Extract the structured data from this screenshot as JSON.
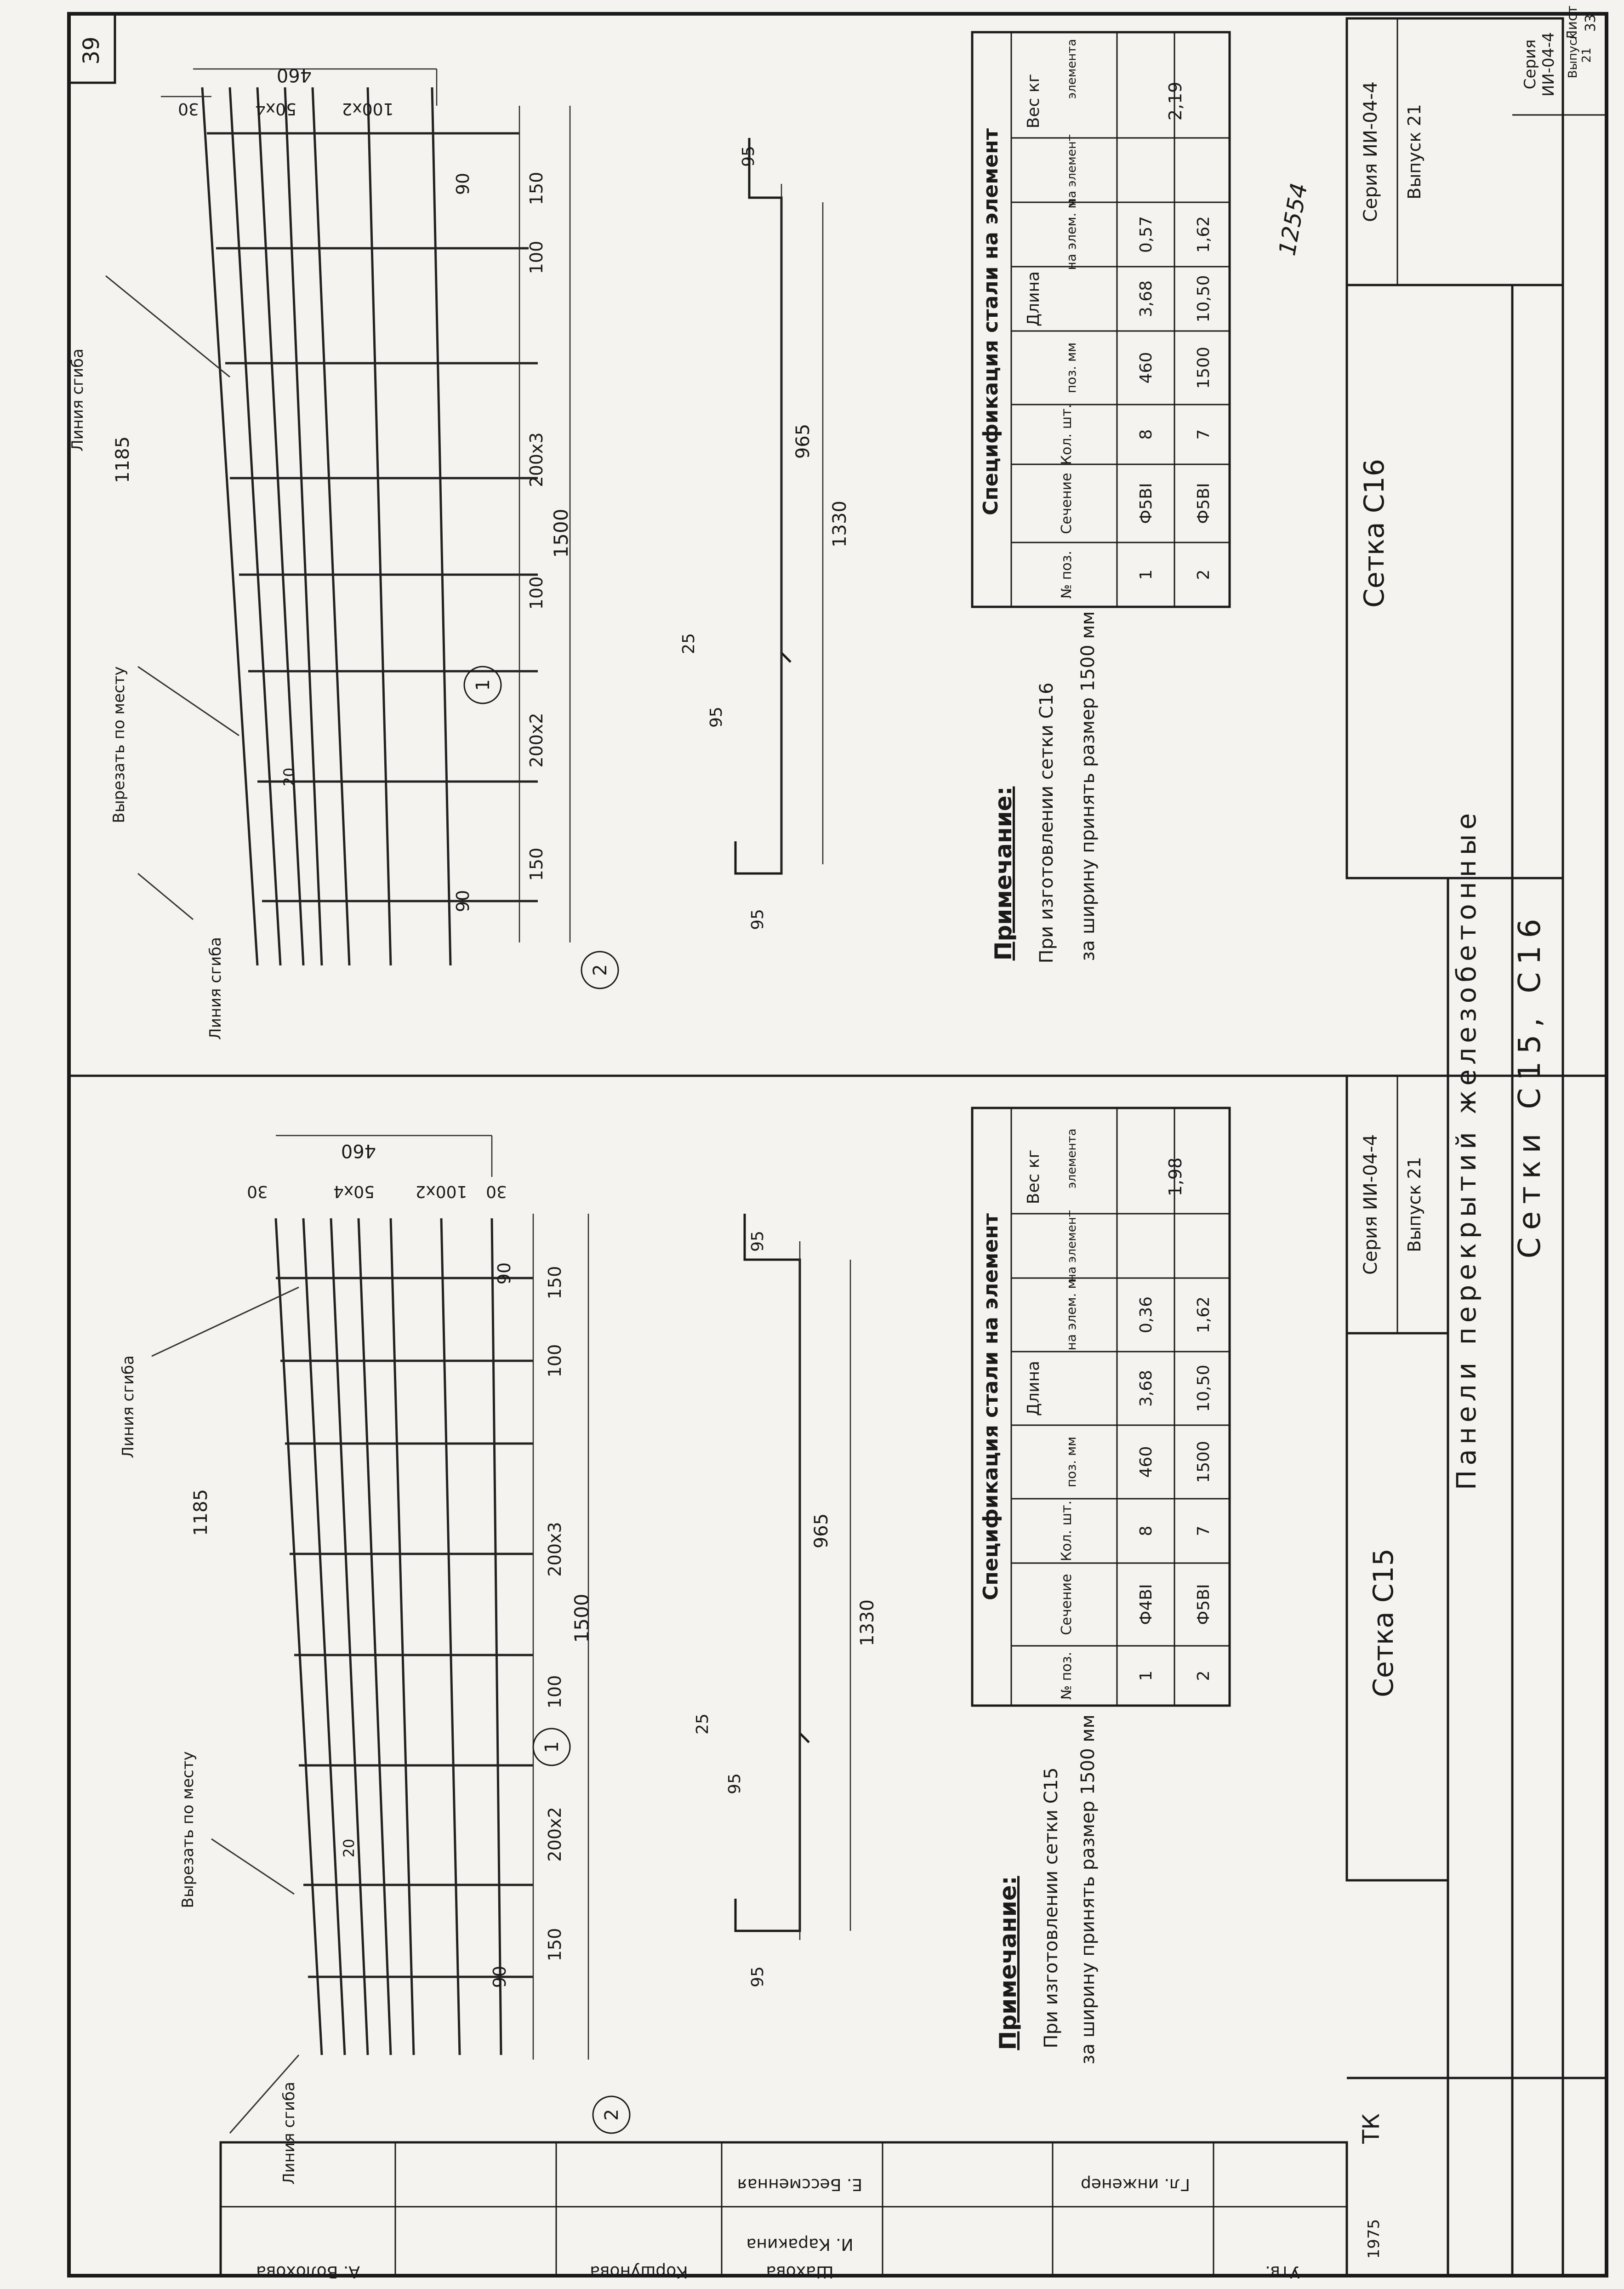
{
  "page": {
    "sheet_number": "39",
    "stamp_number": "12554"
  },
  "drawings": {
    "c15": {
      "dims": {
        "width_460": "460",
        "seg_30a": "30",
        "seg_50x4": "50x4",
        "seg_100x2": "100x2",
        "seg_30b": "30",
        "total_1500": "1500",
        "d90": "90",
        "d150a": "150",
        "d200x2": "200x2",
        "d100a": "100",
        "d200x3": "200x3",
        "d100b": "100",
        "d150b": "150",
        "d90b": "90",
        "d1185": "1185",
        "d20": "20"
      },
      "labels": {
        "cut_in_place": "Вырезать по месту",
        "bend_line_1": "Линия сгиба",
        "bend_line_2": "Линия сгиба",
        "pos1": "1",
        "pos2": "2"
      },
      "profile": {
        "d95a": "95",
        "d95b": "95",
        "d95c": "95",
        "d25": "25",
        "d965": "965",
        "d1330": "1330"
      }
    },
    "c16": {
      "dims": {
        "width_460": "460",
        "seg_50x4": "50x4",
        "seg_100x2": "100x2",
        "seg_30": "30",
        "total_1500": "1500",
        "d90": "90",
        "d150a": "150",
        "d200x2": "200x2",
        "d100a": "100",
        "d200x3": "200x3",
        "d100b": "100",
        "d150b": "150",
        "d90b": "90",
        "d1185": "1185",
        "d20": "20"
      },
      "labels": {
        "cut_in_place": "Вырезать по месту",
        "bend_line_1": "Линия сгиба",
        "bend_line_2": "Линия сгиба",
        "pos1": "1",
        "pos2": "2"
      },
      "profile": {
        "d95a": "95",
        "d95b": "95",
        "d95c": "95",
        "d25": "25",
        "d965": "965",
        "d1330": "1330"
      }
    }
  },
  "spec_c15": {
    "title": "Спецификация стали на элемент",
    "headers": {
      "num": "№ поз.",
      "section": "Сечение",
      "qty": "Кол. шт.",
      "length": "Длина",
      "len_pos": "поз. мм",
      "len_elem": "на элем. м",
      "weight": "Вес кг",
      "w_elem": "на элемент",
      "w_total": "элемента"
    },
    "rows": [
      {
        "pos": "1",
        "section": "Ф4ВI",
        "qty": "8",
        "len_pos": "460",
        "len_elem": "3,68",
        "w_elem": "0,36"
      },
      {
        "pos": "2",
        "section": "Ф5ВI",
        "qty": "7",
        "len_pos": "1500",
        "len_elem": "10,50",
        "w_elem": "1,62"
      }
    ],
    "total_weight": "1,98"
  },
  "spec_c16": {
    "title": "Спецификация стали на элемент",
    "headers": {
      "num": "№ поз.",
      "section": "Сечение",
      "qty": "Кол. шт.",
      "length": "Длина",
      "len_pos": "поз. мм",
      "len_elem": "на элем. м",
      "weight": "Вес кг",
      "w_elem": "на элемент",
      "w_total": "элемента"
    },
    "rows": [
      {
        "pos": "1",
        "section": "Ф5ВI",
        "qty": "8",
        "len_pos": "460",
        "len_elem": "3,68",
        "w_elem": "0,57"
      },
      {
        "pos": "2",
        "section": "Ф5ВI",
        "qty": "7",
        "len_pos": "1500",
        "len_elem": "10,50",
        "w_elem": "1,62"
      }
    ],
    "total_weight": "2,19"
  },
  "notes": {
    "c15": {
      "heading": "Примечание:",
      "line1": "При изготовлении сетки С15",
      "line2": "за ширину принять размер 1500 мм"
    },
    "c16": {
      "heading": "Примечание:",
      "line1": "При изготовлении сетки С16",
      "line2": "за ширину принять размер 1500 мм"
    }
  },
  "title_block": {
    "c15_title": "Сетка С15",
    "c16_title": "Сетка С16",
    "series_c15": "Серия ИИ-04-4",
    "issue_c15": "Выпуск 21",
    "series_c16": "Серия ИИ-04-4",
    "issue_c16": "Выпуск 21",
    "main_line1": "Панели перекрытий железобетонные",
    "main_line2": "Сетки С15, С16",
    "series_label": "Серия",
    "series_value": "ИИ-04-4",
    "issue_label": "Выпуск",
    "issue_value": "21",
    "sheet_label": "Лист",
    "sheet_value": "33",
    "org": "ТК",
    "year": "1975"
  },
  "signatures": {
    "row1": "Гл. инженер",
    "row2": "Е. Бессменная",
    "row3": "И. Каракина",
    "row4": "Шахова",
    "row5": "Коршунова",
    "row6": "А. Волохова",
    "row7": "Утв."
  }
}
